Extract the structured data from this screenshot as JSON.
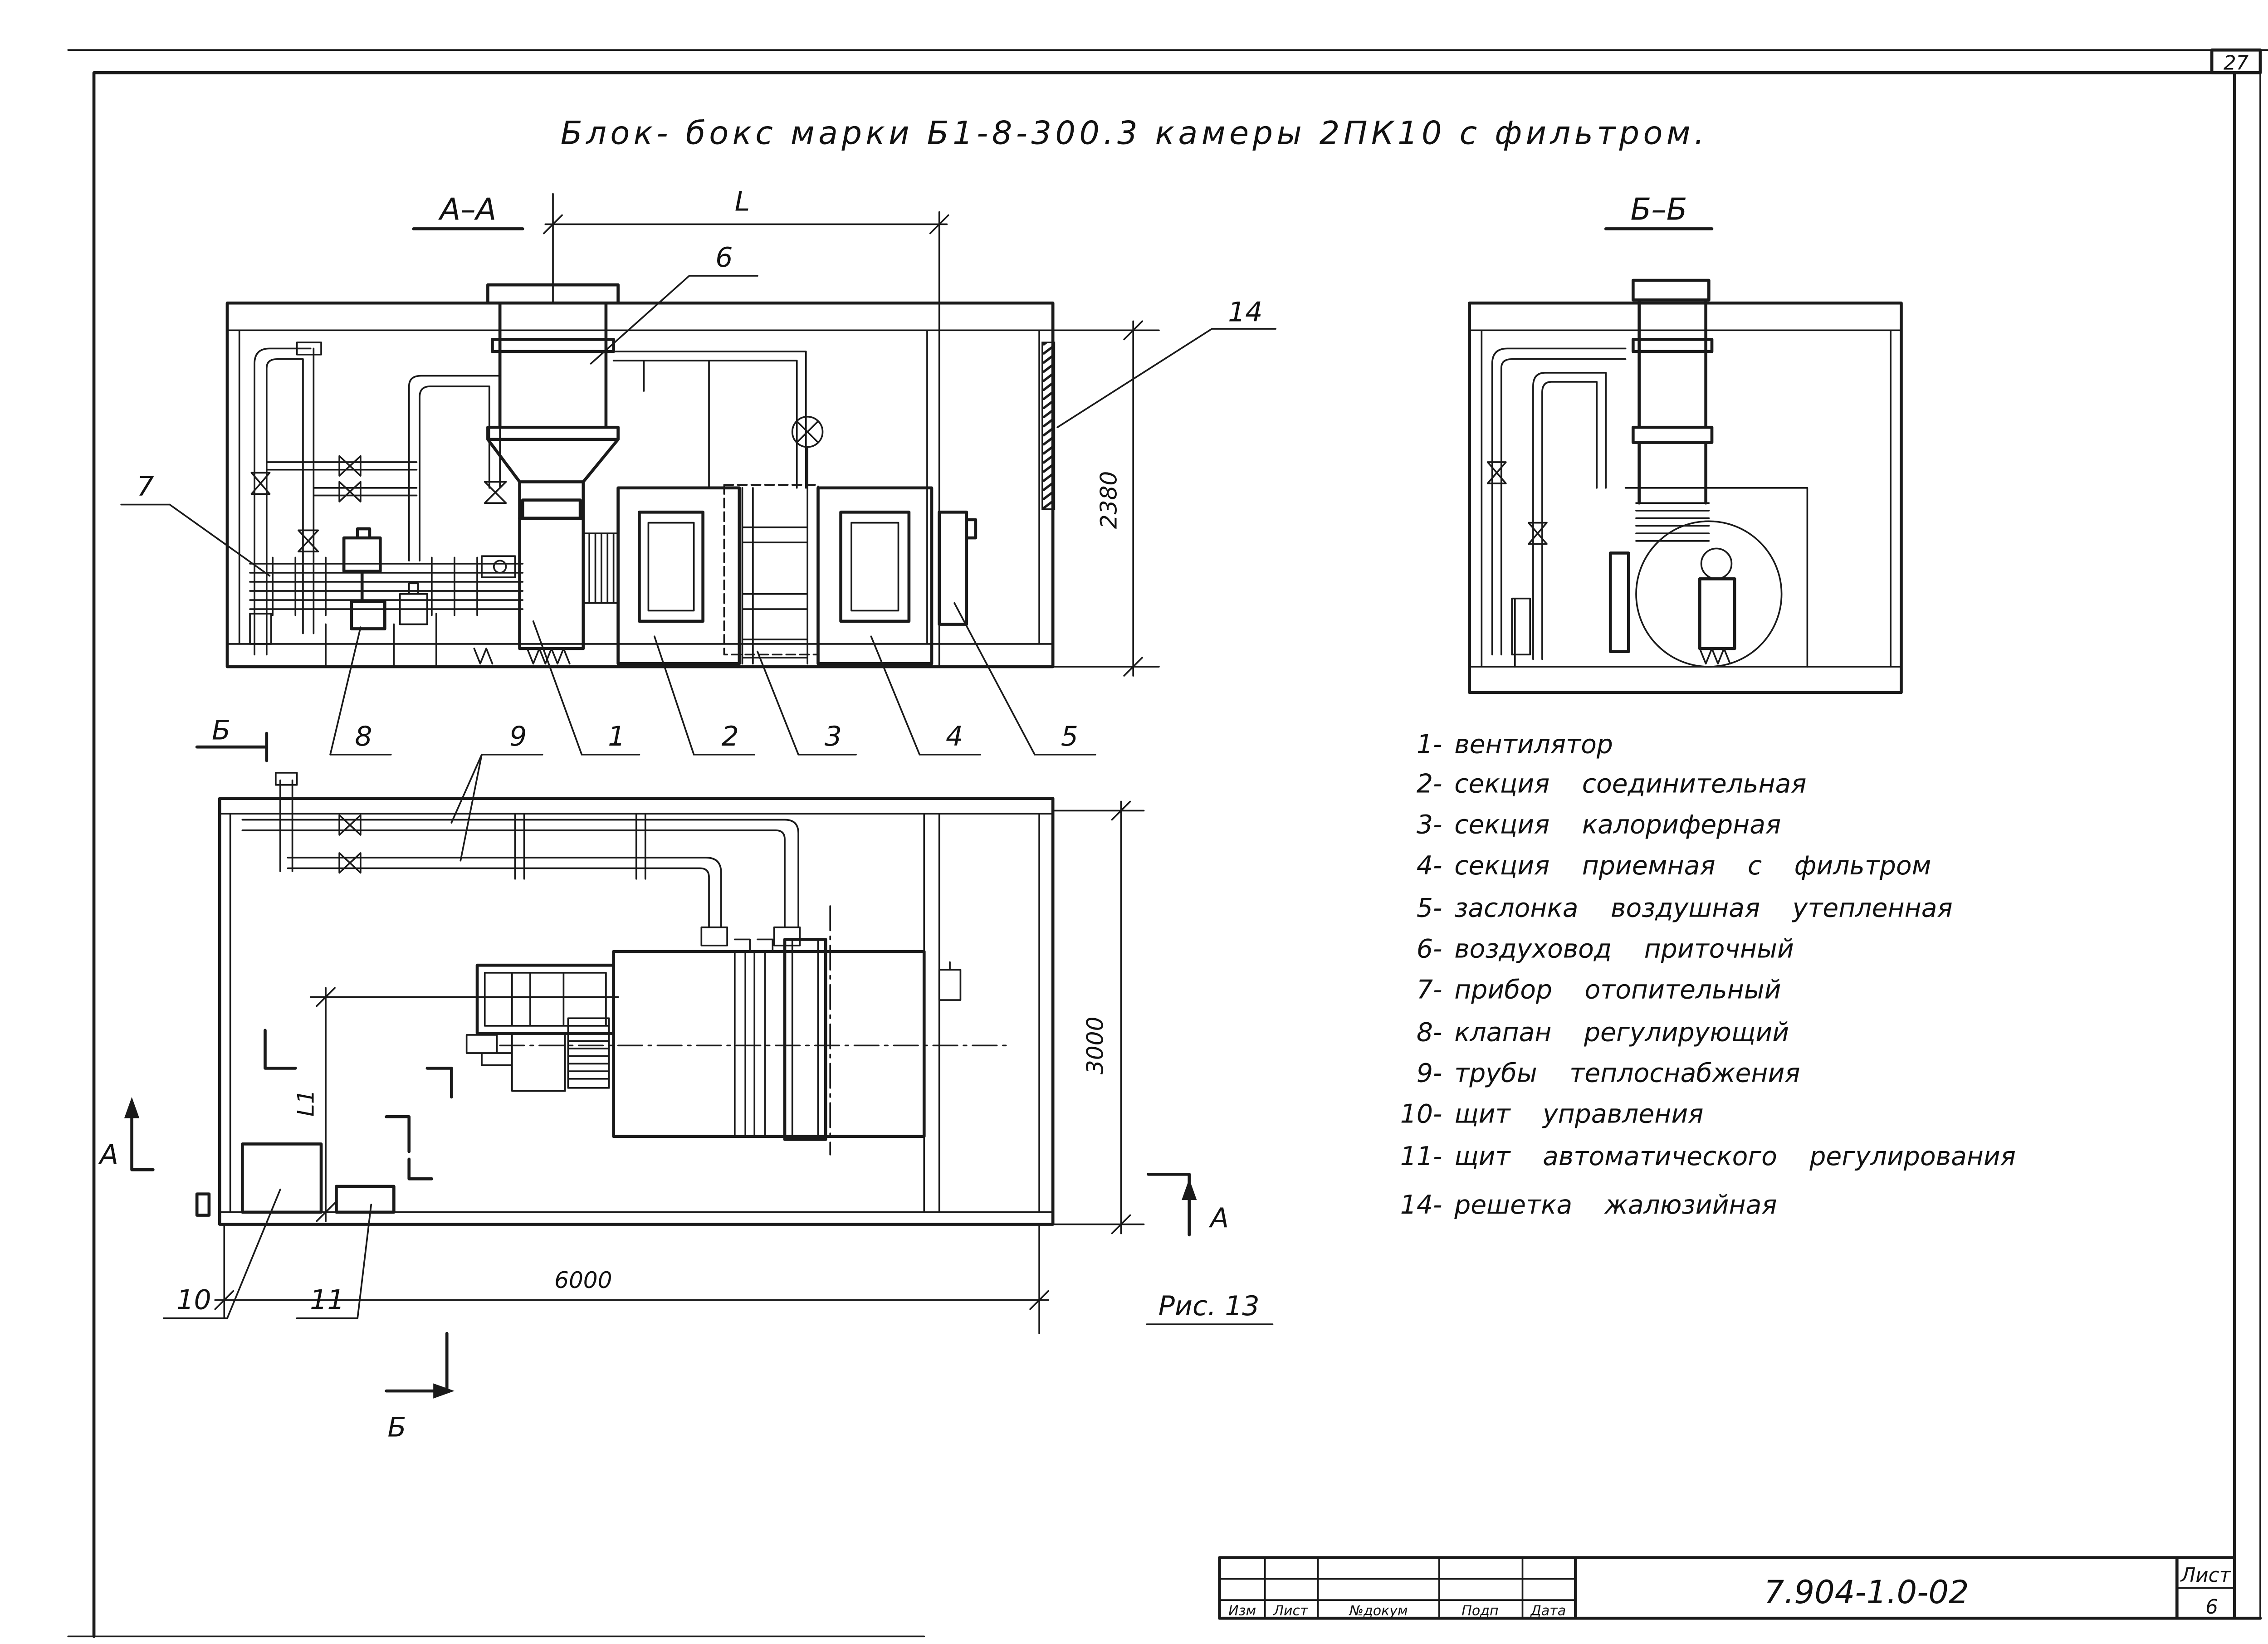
{
  "sheet": {
    "number_top": "27",
    "title": "Блок- бокс марки Б1-8-300.3 камеры 2ПК10 с фильтром.",
    "figure_caption": "Рис. 13"
  },
  "views": {
    "section_aa": {
      "label": "А–А",
      "dim_length": "L",
      "dim_height": "2380"
    },
    "section_bb": {
      "label": "Б–Б"
    },
    "plan": {
      "dim_width": "3000",
      "dim_length": "6000",
      "dim_offset": "L1"
    }
  },
  "section_markers": {
    "a": "А",
    "b": "Б"
  },
  "callouts": {
    "1": "1",
    "2": "2",
    "3": "3",
    "4": "4",
    "5": "5",
    "6": "6",
    "7": "7",
    "8": "8",
    "9": "9",
    "10": "10",
    "11": "11",
    "14": "14"
  },
  "legend": [
    {
      "num": "1-",
      "text": "вентилятор"
    },
    {
      "num": "2-",
      "text": "секция соединительная"
    },
    {
      "num": "3-",
      "text": "секция калориферная"
    },
    {
      "num": "4-",
      "text": "секция приемная с фильтром"
    },
    {
      "num": "5-",
      "text": "заслонка воздушная утепленная"
    },
    {
      "num": "6-",
      "text": "воздуховод приточный"
    },
    {
      "num": "7-",
      "text": "прибор отопительный"
    },
    {
      "num": "8-",
      "text": "клапан регулирующий"
    },
    {
      "num": "9-",
      "text": "трубы теплоснабжения"
    },
    {
      "num": "10-",
      "text": "щит управления"
    },
    {
      "num": "11-",
      "text": "щит автоматического регулирования"
    },
    {
      "num": "14-",
      "text": "решетка жалюзийная"
    }
  ],
  "title_block": {
    "code": "7.904-1.0-02",
    "sheet_label": "Лист",
    "sheet_number": "6",
    "columns": [
      "Изм",
      "Лист",
      "№докум",
      "Подп",
      "Дата"
    ]
  }
}
